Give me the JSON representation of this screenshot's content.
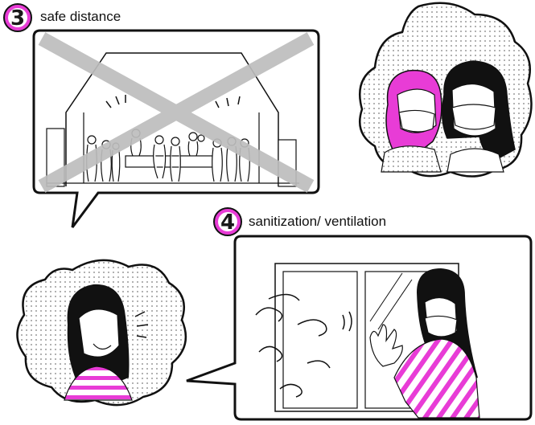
{
  "steps": [
    {
      "number": "3",
      "label": "safe distance"
    },
    {
      "number": "4",
      "label": "sanitization/ ventilation"
    }
  ],
  "colors": {
    "accent": "#e83cd6",
    "ink": "#111111",
    "cross": "#bdbdbd",
    "background": "#ffffff"
  },
  "icons": [
    "crossed-out-crowd-illustration",
    "masked-friends-thought-bubble",
    "smiling-girl-thought-bubble",
    "open-window-illustration"
  ]
}
